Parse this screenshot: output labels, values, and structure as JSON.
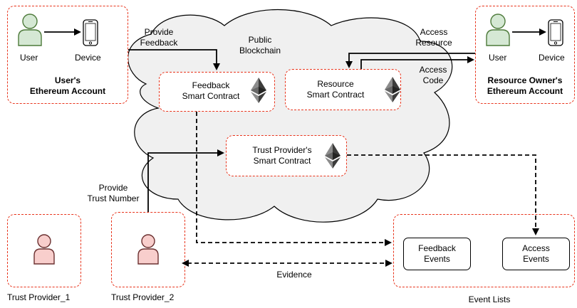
{
  "cloud_label": [
    "Public",
    "Blockchain"
  ],
  "user_account": {
    "user_label": "User",
    "device_label": "Device",
    "title": [
      "User's",
      "Ethereum Account"
    ]
  },
  "owner_account": {
    "user_label": "User",
    "device_label": "Device",
    "title": [
      "Resource Owner's",
      "Ethereum Account"
    ]
  },
  "contracts": {
    "feedback": [
      "Feedback",
      "Smart Contract"
    ],
    "resource": [
      "Resource",
      "Smart Contract"
    ],
    "trust": [
      "Trust Provider's",
      "Smart Contract"
    ]
  },
  "arrow_labels": {
    "provide_feedback": [
      "Provide",
      "Feedback"
    ],
    "access_resource": [
      "Access",
      "Resource"
    ],
    "access_code": [
      "Access",
      "Code"
    ],
    "provide_trust_number": [
      "Provide",
      "Trust Number"
    ],
    "evidence": "Evidence"
  },
  "trust_providers": {
    "tp1": "Trust Provider_1",
    "tp2": "Trust Provider_2"
  },
  "event_lists": {
    "title": "Event Lists",
    "feedback_events": [
      "Feedback",
      "Events"
    ],
    "access_events": [
      "Access",
      "Events"
    ]
  },
  "colors": {
    "dashed_border": "#e8341c",
    "user_fill": "#d5e8d4",
    "user_stroke": "#4d7a3a",
    "provider_fill": "#f8cecc",
    "provider_stroke": "#6b3030",
    "cloud_fill": "#f0f0f0",
    "cloud_stroke": "#000000"
  },
  "icons": [
    "user-icon",
    "device-icon",
    "ethereum-icon"
  ]
}
